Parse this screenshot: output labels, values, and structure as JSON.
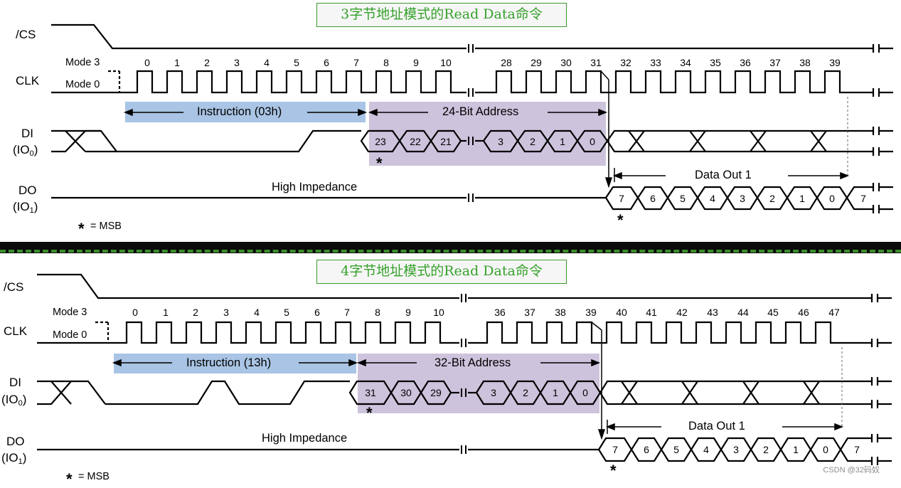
{
  "panels": [
    {
      "caption": "3字节地址模式的Read Data命令",
      "signals": {
        "cs": "/CS",
        "clk": "CLK",
        "di": "DI",
        "di_io": "(IO",
        "di_io_sub": "0",
        "di_io_end": ")",
        "do": "DO",
        "do_io": "(IO",
        "do_io_sub": "1",
        "do_io_end": ")"
      },
      "modes": {
        "mode3": "Mode 3",
        "mode0": "Mode 0"
      },
      "clock_numbers": [
        "0",
        "1",
        "2",
        "3",
        "4",
        "5",
        "6",
        "7",
        "8",
        "9",
        "10",
        "28",
        "29",
        "30",
        "31",
        "32",
        "33",
        "34",
        "35",
        "36",
        "37",
        "38",
        "39"
      ],
      "instruction_label": "Instruction (03h)",
      "address_label": "24-Bit Address",
      "address_bits": [
        "23",
        "22",
        "21",
        "3",
        "2",
        "1",
        "0"
      ],
      "high_impedance": "High Impedance",
      "data_out_label": "Data Out 1",
      "data_bits": [
        "7",
        "6",
        "5",
        "4",
        "3",
        "2",
        "1",
        "0",
        "7"
      ],
      "star": "*",
      "msb_note": "= MSB"
    },
    {
      "caption": "4字节地址模式的Read Data命令",
      "signals": {
        "cs": "/CS",
        "clk": "CLK",
        "di": "DI",
        "di_io": "(IO",
        "di_io_sub": "0",
        "di_io_end": ")",
        "do": "DO",
        "do_io": "(IO",
        "do_io_sub": "1",
        "do_io_end": ")"
      },
      "modes": {
        "mode3": "Mode 3",
        "mode0": "Mode 0"
      },
      "clock_numbers": [
        "0",
        "1",
        "2",
        "3",
        "4",
        "5",
        "6",
        "7",
        "8",
        "9",
        "10",
        "36",
        "37",
        "38",
        "39",
        "40",
        "41",
        "42",
        "43",
        "44",
        "45",
        "46",
        "47"
      ],
      "instruction_label": "Instruction (13h)",
      "address_label": "32-Bit Address",
      "address_bits": [
        "31",
        "30",
        "29",
        "3",
        "2",
        "1",
        "0"
      ],
      "high_impedance": "High Impedance",
      "data_out_label": "Data Out 1",
      "data_bits": [
        "7",
        "6",
        "5",
        "4",
        "3",
        "2",
        "1",
        "0",
        "7"
      ],
      "star": "*",
      "msb_note": "= MSB"
    }
  ],
  "watermark": "CSDN @32码奴",
  "colors": {
    "instruction_fill": "#a9c4e4",
    "address_fill": "#cdc3dc",
    "caption_text": "#35a12a",
    "separator_dash": "#3c8f2c"
  }
}
